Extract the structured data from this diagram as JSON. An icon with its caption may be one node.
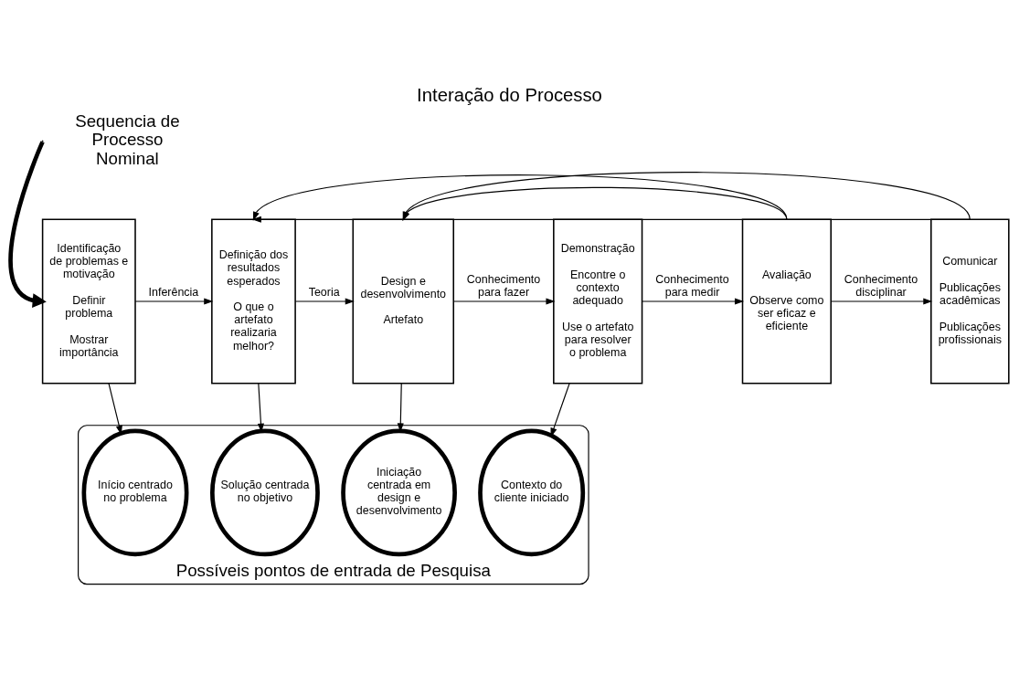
{
  "diagram": {
    "title": "Interação do Processo",
    "nodes": [
      {
        "text": [
          "Identificação de problemas e motivação",
          "Definir problema",
          "Mostrar importância"
        ]
      },
      {
        "text": [
          "Definição dos resultados esperados",
          "O que o artefato realizaria melhor?"
        ]
      },
      {
        "text": [
          "Design e desenvolvimento",
          "Artefato"
        ]
      },
      {
        "text": [
          "Demonstração",
          "Encontre o contexto adequado",
          "Use o artefato para resolver o problema"
        ]
      },
      {
        "text": [
          "Avaliação",
          "Observe como ser eficaz e eficiente"
        ]
      },
      {
        "text": [
          "Comunicar",
          "Publicações acadêmicas",
          "Publicações profissionais"
        ]
      },
      {
        "text": [
          "Possíveis pontos de entrada de Pesquisa"
        ]
      },
      {
        "text": [
          "Início centrado no problema"
        ],
        "in": 6
      },
      {
        "text": [
          "Solução centrada no objetivo"
        ],
        "in": 6
      },
      {
        "text": [
          "Iniciação centrada em design e desenvolvimento"
        ],
        "in": 6
      },
      {
        "text": [
          "Contexto do cliente iniciado"
        ],
        "in": 6
      }
    ],
    "edges": [
      {
        "from": 0,
        "to": 1,
        "arrow": "to",
        "label": "Inferência"
      },
      {
        "from": 1,
        "to": 2,
        "arrow": "to",
        "label": "Teoria"
      },
      {
        "from": 2,
        "to": 3,
        "arrow": "to",
        "label": "Conhecimento para fazer"
      },
      {
        "from": 3,
        "to": 4,
        "arrow": "to",
        "label": "Conhecimento para medir"
      },
      {
        "from": 4,
        "to": 5,
        "arrow": "to",
        "label": "Conhecimento disciplinar"
      },
      {
        "from": 4,
        "to": 1,
        "arrow": "to"
      },
      {
        "from": 4,
        "to": 2,
        "arrow": "to"
      },
      {
        "from": 5,
        "to": 1,
        "arrow": "to"
      },
      {
        "from": 5,
        "to": 2,
        "arrow": "to"
      },
      {
        "from": 0,
        "to": 7,
        "arrow": "to"
      },
      {
        "from": 1,
        "to": 8,
        "arrow": "to"
      },
      {
        "from": 2,
        "to": 9,
        "arrow": "to"
      },
      {
        "from": 3,
        "to": 10,
        "arrow": "to"
      },
      {
        "from": null,
        "to": 0,
        "arrow": "to",
        "style": "thick"
      }
    ],
    "labels": [
      "Sequencia de Processo Nominal"
    ]
  }
}
